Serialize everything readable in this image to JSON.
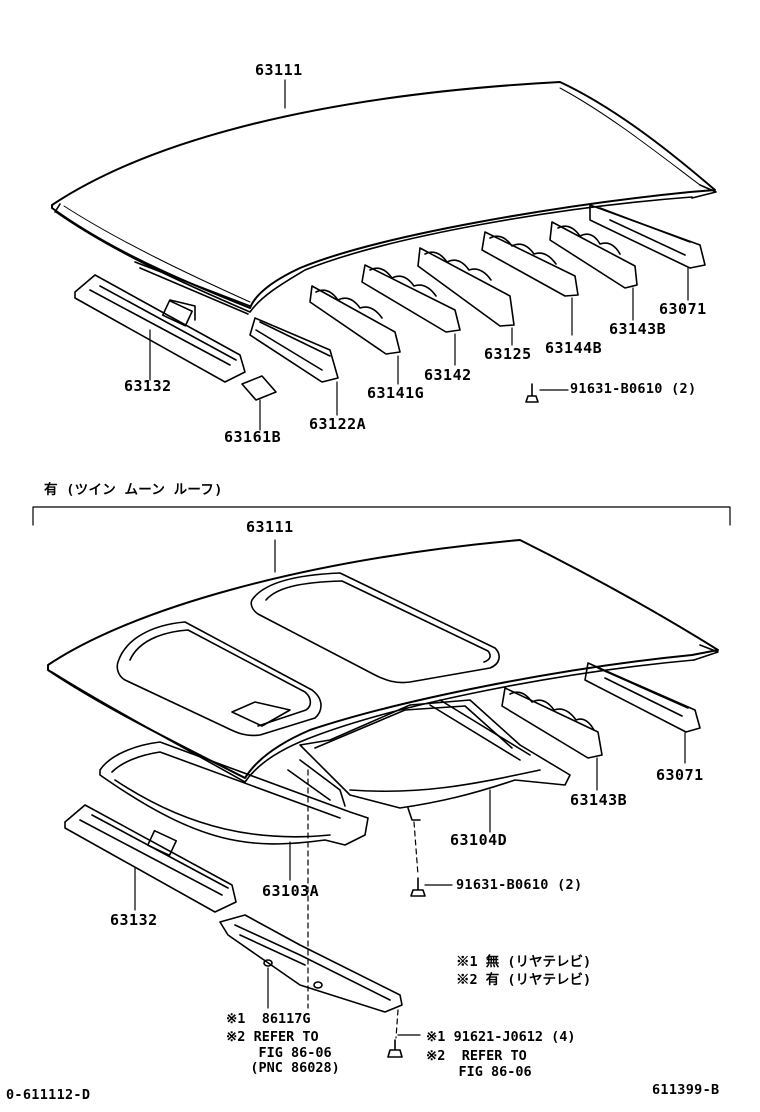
{
  "top": {
    "parts": {
      "roof_panel": "63111",
      "rail_63071": "63071",
      "rail_63143b": "63143B",
      "rail_63144b": "63144B",
      "rail_63125": "63125",
      "rail_63142": "63142",
      "rail_63141g": "63141G",
      "rail_63122a": "63122A",
      "front_panel": "63132",
      "pad": "63161B",
      "bolt": "91631-B0610 (2)"
    }
  },
  "section_header": "有 (ツイン ムーン ルーフ)",
  "bottom": {
    "parts": {
      "roof_panel": "63111",
      "rail_63071": "63071",
      "rail_63143b": "63143B",
      "frame_rear": "63104D",
      "frame_front": "63103A",
      "front_panel": "63132",
      "bolt": "91631-B0610 (2)"
    },
    "legend": {
      "line1": "※1 無 (リヤテレビ)",
      "line2": "※2 有 (リヤテレビ)"
    },
    "bracket_note": {
      "line1": "※1  86117G",
      "line2": "※2 REFER TO",
      "line3": "    FIG 86-06",
      "line4": "   (PNC 86028)"
    },
    "screw_note": {
      "line1": "※1 91621-J0612 (4)",
      "line2": "※2  REFER TO",
      "line3": "    FIG 86-06"
    }
  },
  "footer": {
    "left_code": "0-611112-D",
    "right_code": "611399-B"
  }
}
